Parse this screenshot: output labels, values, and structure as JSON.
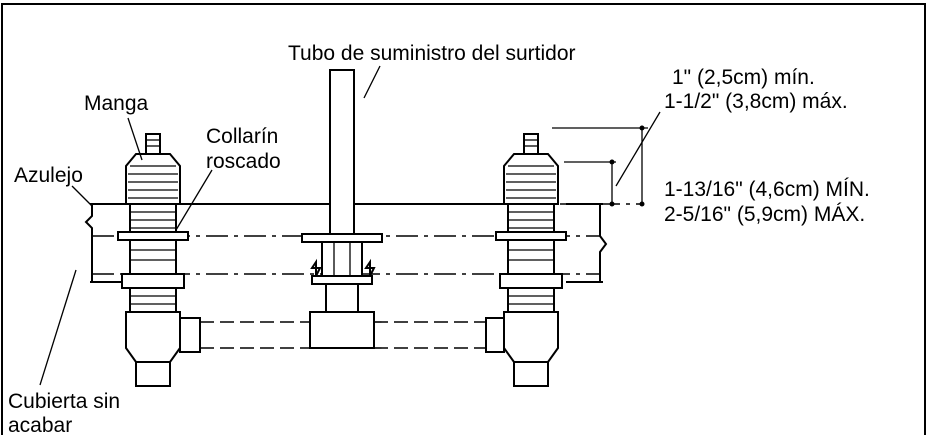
{
  "labels": {
    "supply_tube": "Tubo de suministro del surtidor",
    "sleeve": "Manga",
    "threaded_collar_1": "Collarín",
    "threaded_collar_2": "roscado",
    "tile": "Azulejo",
    "unfinished_deck_1": "Cubierta sin",
    "unfinished_deck_2": "acabar",
    "dim_top_1": "1\" (2,5cm) mín.",
    "dim_top_2": "1-1/2\" (3,8cm) máx.",
    "dim_bottom_1": "1-13/16\" (4,6cm) MÍN.",
    "dim_bottom_2": "2-5/16\" (5,9cm) MÁX."
  }
}
